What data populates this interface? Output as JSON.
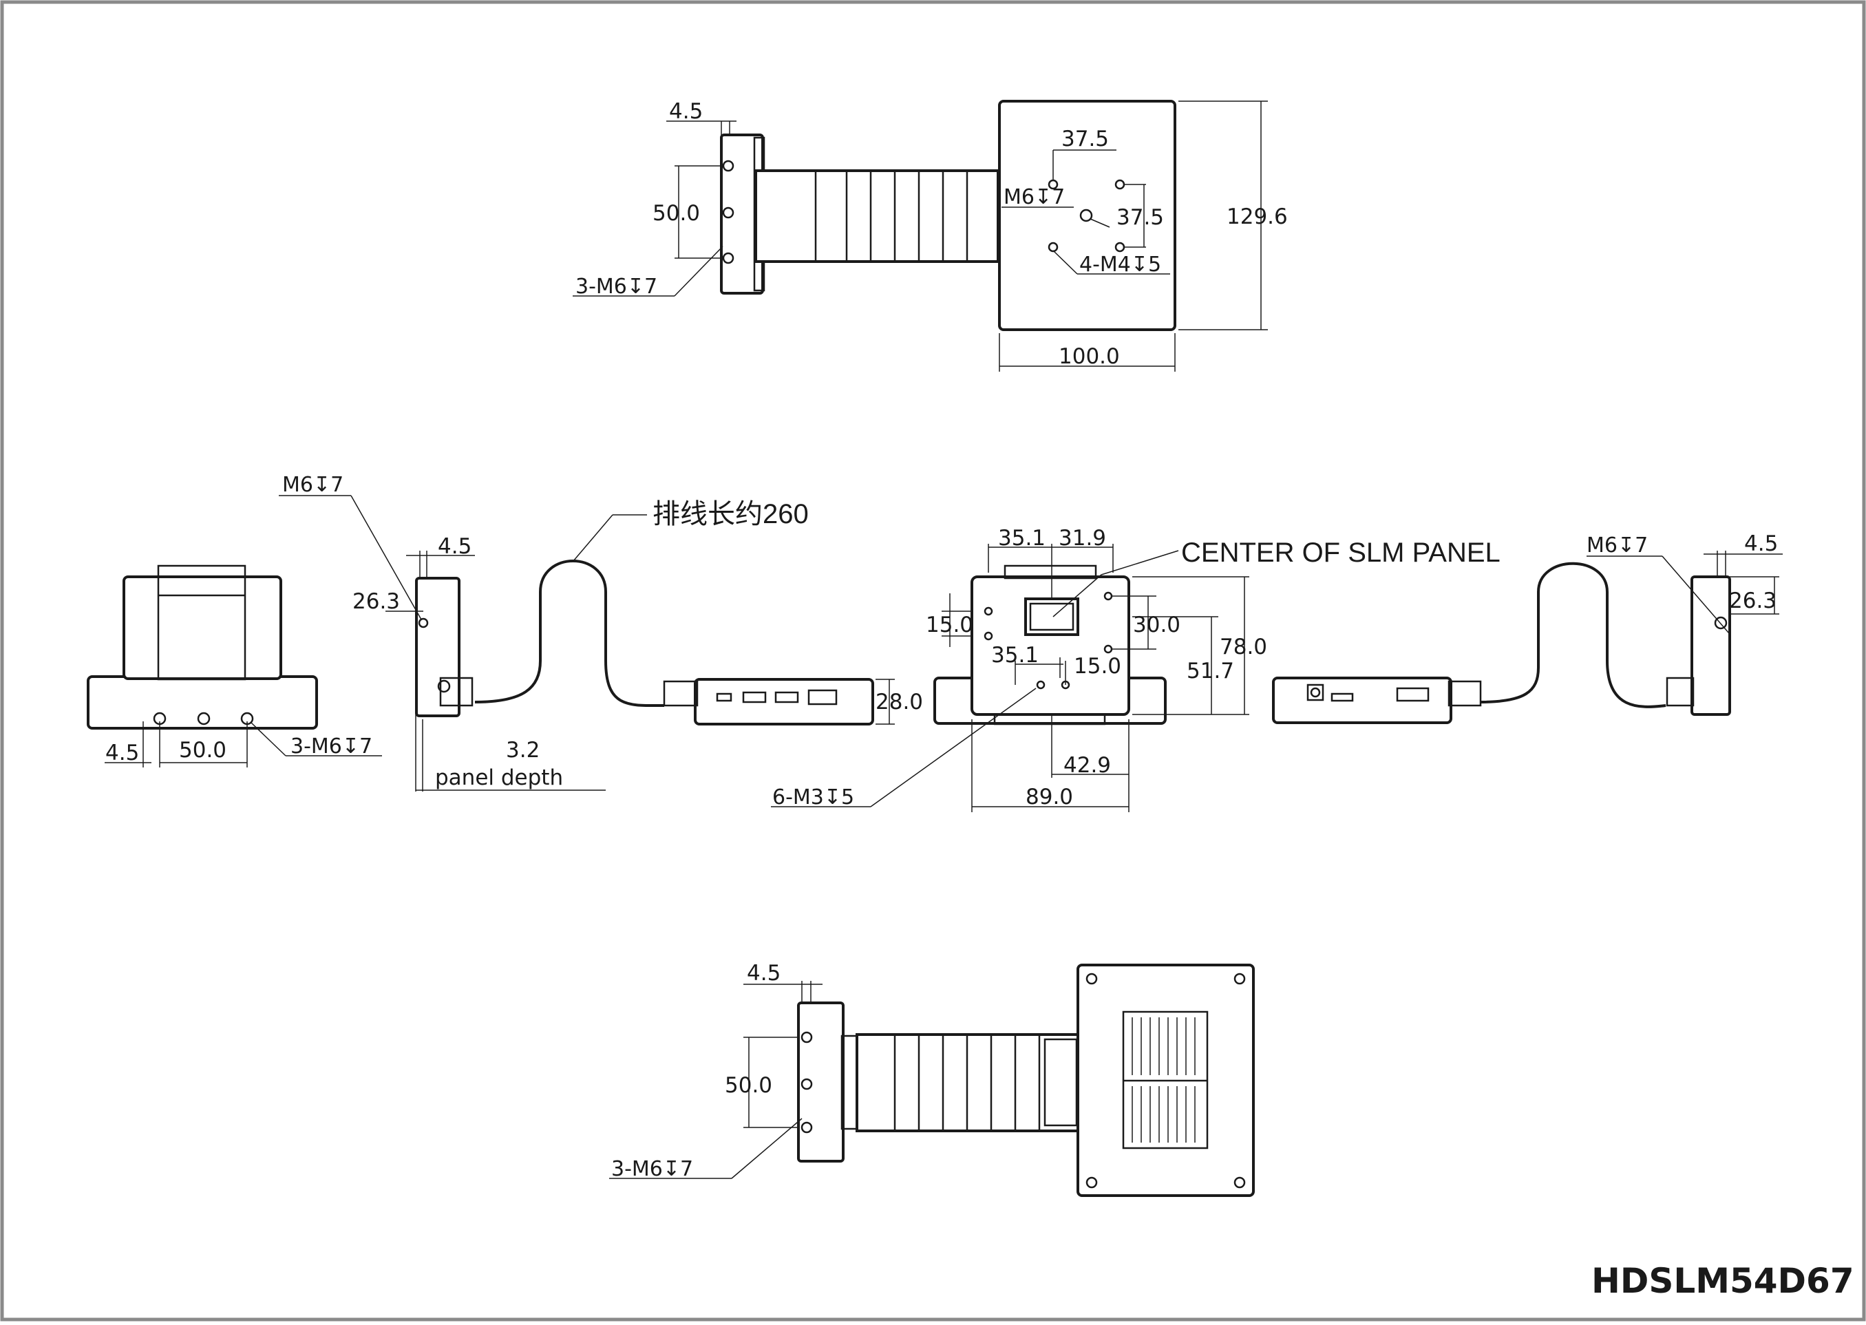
{
  "model_id": "HDSLM54D67",
  "top_view": {
    "dim_flange": "4.5",
    "dim_hole_spacing": "50.0",
    "callout_flange_holes": "3-M6↧7",
    "dim_bolt_h": "37.5",
    "dim_bolt_v": "37.5",
    "callout_center_hole": "M6↧7",
    "callout_corner_holes": "4-M4↧5",
    "dim_height": "129.6",
    "dim_width": "100.0"
  },
  "middle_row": {
    "left_side": {
      "callout_top_hole": "M6↧7",
      "dim_flange": "4.5",
      "dim_offset": "26.3",
      "dim_edge": "4.5",
      "dim_hole_spacing": "50.0",
      "callout_holes": "3-M6↧7",
      "dim_panel_depth": "3.2",
      "label_panel_depth": "panel depth"
    },
    "cable_note": "排线长约260",
    "driver_height": "28.0",
    "front": {
      "dim_left": "35.1",
      "dim_right": "31.9",
      "callout_center": "CENTER OF SLM PANEL",
      "dim_15_left": "15.0",
      "dim_30": "30.0",
      "dim_35_lower": "35.1",
      "dim_15_lower": "15.0",
      "dim_78": "78.0",
      "dim_51_7": "51.7",
      "dim_42_9": "42.9",
      "dim_89": "89.0",
      "callout_holes": "6-M3↧5"
    },
    "right_side": {
      "callout_hole": "M6↧7",
      "dim_flange": "4.5",
      "dim_offset": "26.3"
    }
  },
  "bottom_view": {
    "dim_flange": "4.5",
    "dim_hole_spacing": "50.0",
    "callout_holes": "3-M6↧7"
  }
}
